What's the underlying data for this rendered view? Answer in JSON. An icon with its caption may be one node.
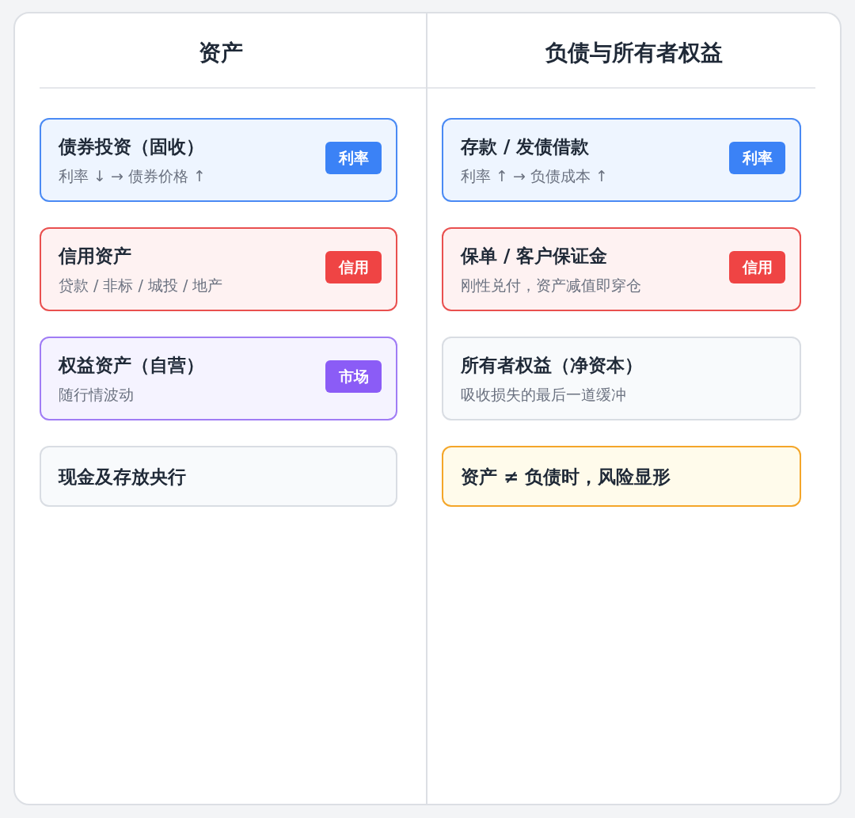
{
  "diagram": {
    "nodes": [
      {
        "text": [
          "资产"
        ]
      },
      {
        "text": [
          "债券投资（固收）",
          "利率 ↓ → 债券价格 ↑"
        ],
        "in": 0
      },
      {
        "text": [
          "利率"
        ],
        "in": 1
      },
      {
        "text": [
          "信用资产",
          "贷款 / 非标 / 城投 / 地产"
        ],
        "in": 0
      },
      {
        "text": [
          "信用"
        ],
        "in": 3
      },
      {
        "text": [
          "权益资产（自营）",
          "随行情波动"
        ],
        "in": 0
      },
      {
        "text": [
          "市场"
        ],
        "in": 5
      },
      {
        "text": [
          "现金及存放央行"
        ],
        "in": 0
      },
      {
        "text": [
          "负债与所有者权益"
        ]
      },
      {
        "text": [
          "存款 / 发债借款",
          "利率 ↑ → 负债成本 ↑"
        ],
        "in": 8
      },
      {
        "text": [
          "利率"
        ],
        "in": 9
      },
      {
        "text": [
          "保单 / 客户保证金",
          "刚性兑付，资产减值即穿仓"
        ],
        "in": 8
      },
      {
        "text": [
          "信用"
        ],
        "in": 11
      },
      {
        "text": [
          "所有者权益（净资本）",
          "吸收损失的最后一道缓冲"
        ],
        "in": 8
      },
      {
        "text": [
          "资产 ≠ 负债时，风险显形"
        ],
        "in": 8
      }
    ]
  }
}
